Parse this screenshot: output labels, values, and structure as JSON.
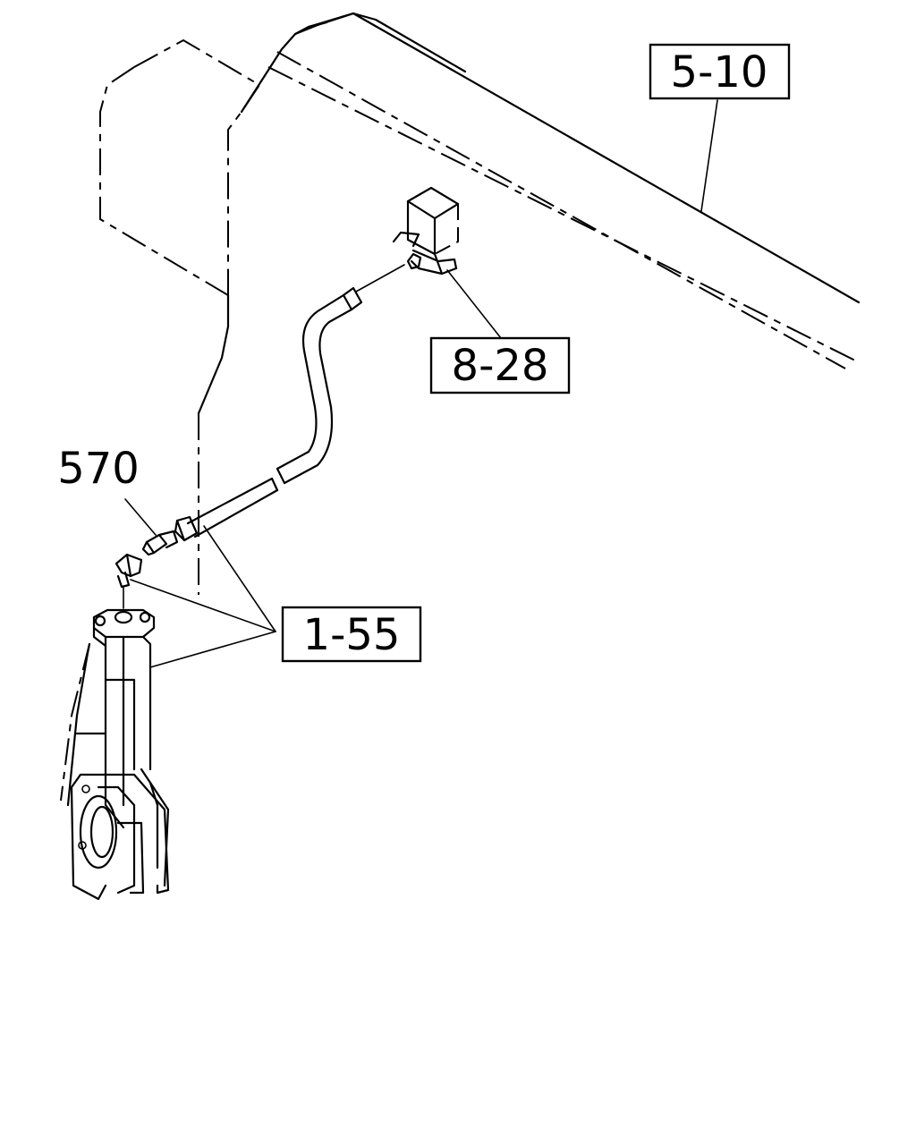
{
  "callouts": {
    "frame": "5-10",
    "valve": "8-28",
    "assembly": "1-55",
    "fitting": "570"
  }
}
